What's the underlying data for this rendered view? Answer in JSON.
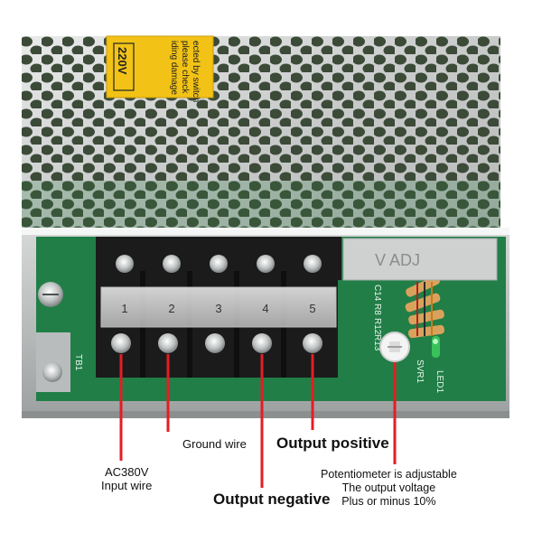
{
  "photo": {
    "subject": "switching power supply terminal block",
    "warning_sticker": {
      "lines": [
        "ected by switch",
        "please check",
        "iding damage"
      ],
      "voltage": "220V"
    },
    "cover_label": "V ADJ",
    "terminal_numbers": [
      "1",
      "2",
      "3",
      "4",
      "5"
    ],
    "pcb_marks": {
      "c14": "C14",
      "r8": "R8",
      "r12": "R12",
      "r13": "R13",
      "svr1": "SVR1",
      "led1": "LED1",
      "tb1": "TB1"
    },
    "colors": {
      "callout_line": "#e31e24",
      "pcb": "#1e7a44",
      "terminal_block": "#1b1b1b",
      "sticker": "#f2c316"
    }
  },
  "annotations": {
    "ground_wire": "Ground wire",
    "output_positive": "Output positive",
    "ac_input": [
      "AC380V",
      "Input wire"
    ],
    "output_negative": "Output negative",
    "potentiometer": [
      "Potentiometer is adjustable",
      "The output voltage",
      "Plus or minus 10%"
    ]
  }
}
